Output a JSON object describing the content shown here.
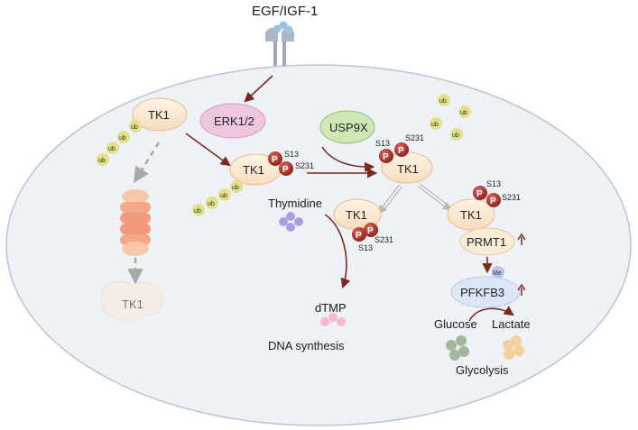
{
  "ligand": {
    "label": "EGF/IGF-1"
  },
  "proteins": {
    "tk1": "TK1",
    "erk": "ERK1/2",
    "usp9x": "USP9X",
    "prmt1": "PRMT1",
    "pfkfb3": "PFKFB3",
    "tk1_degraded": "TK1"
  },
  "phospho": {
    "p": "P",
    "s13": "S13",
    "s231": "S231"
  },
  "ubiquitin": {
    "label": "ub"
  },
  "methyl": {
    "label": "Me"
  },
  "metabolites": {
    "thymidine": "Thymidine",
    "dtmp": "dTMP",
    "dna_synthesis": "DNA synthesis",
    "glucose": "Glucose",
    "lactate": "Lactate",
    "glycolysis": "Glycolysis"
  },
  "colors": {
    "cell_fill": "#eef1f5",
    "cell_stroke": "#b9c4d0",
    "tk1_fill": "#fbe8d3",
    "tk1_stroke": "#e8b98d",
    "erk_fill": "#efc6e0",
    "usp9x_fill": "#cde8b4",
    "usp9x_stroke": "#8cc36a",
    "prmt1_fill": "#f8ecd6",
    "pfkfb3_fill": "#dde6f6",
    "p_red": "#b0302a",
    "ub_fill": "#e3e08a",
    "arrow_brown": "#7a2a1f",
    "arrow_gray": "#a8a8a8",
    "proteasome": "#ef9a7a",
    "thymidine_dots": "#a99ee0",
    "dtmp_dots": "#f3b9d2",
    "glucose_dots": "#9fb99a",
    "lactate_dots": "#f3cf9a",
    "me_fill": "#b9c4ec"
  },
  "indicators": {
    "up_arrow": "up-arrow-icon"
  }
}
